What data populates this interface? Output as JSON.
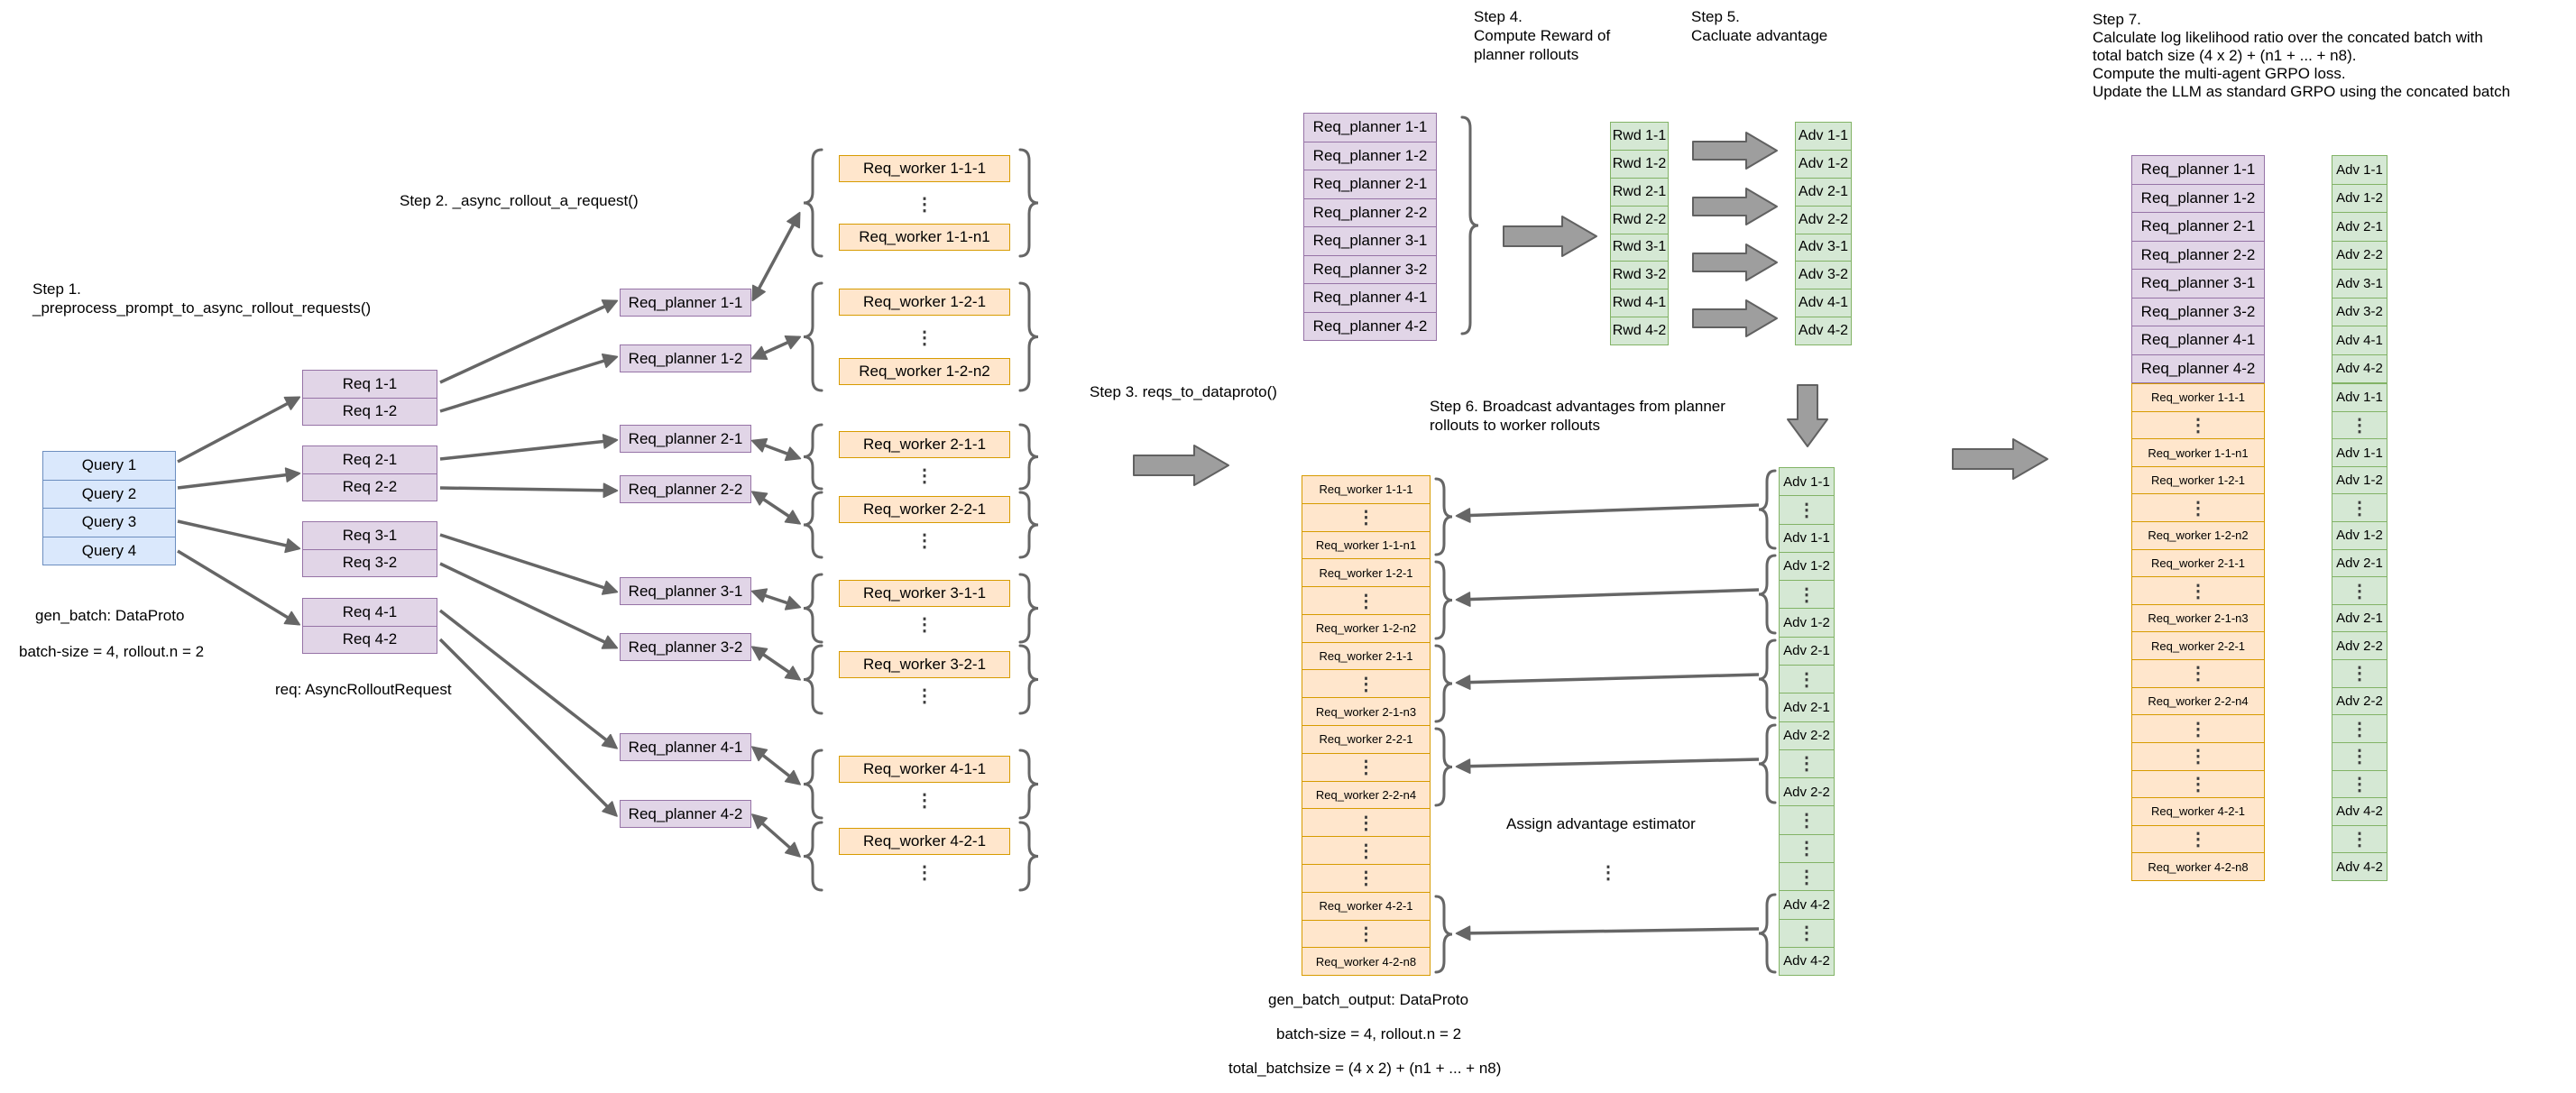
{
  "steps": {
    "step1": [
      "Step 1.",
      "_preprocess_prompt_to_async_rollout_requests()"
    ],
    "step2": "Step 2. _async_rollout_a_request()",
    "step3": "Step 3. reqs_to_dataproto()",
    "step4": [
      "Step 4.",
      "Compute Reward of",
      "planner rollouts"
    ],
    "step5": [
      "Step 5.",
      "Cacluate advantage"
    ],
    "step6": [
      "Step 6. Broadcast advantages from planner",
      "rollouts to worker rollouts"
    ],
    "step7": [
      "Step 7.",
      "Calculate log likelihood ratio over the concated batch with",
      "total batch size (4 x 2) + (n1 + ... + n8).",
      "Compute the multi-agent GRPO loss.",
      "Update the LLM as standard GRPO using the concated batch"
    ]
  },
  "labels": {
    "gen_batch": "gen_batch: DataProto",
    "batch_size": "batch-size = 4, rollout.n = 2",
    "req_type": "req: AsyncRolloutRequest",
    "assign": "Assign advantage estimator",
    "gen_batch_output": "gen_batch_output: DataProto",
    "batch_size_out": "batch-size = 4, rollout.n = 2",
    "total_batchsize": "total_batchsize = (4 x 2) + (n1 + ... + n8)"
  },
  "misc": {
    "dots": "⋮"
  },
  "left": {
    "queries": [
      "Query 1",
      "Query 2",
      "Query 3",
      "Query 4"
    ],
    "req_pairs": [
      [
        "Req 1-1",
        "Req 1-2"
      ],
      [
        "Req 2-1",
        "Req 2-2"
      ],
      [
        "Req 3-1",
        "Req 3-2"
      ],
      [
        "Req 4-1",
        "Req 4-2"
      ]
    ],
    "planners": [
      "Req_planner 1-1",
      "Req_planner 1-2",
      "Req_planner 2-1",
      "Req_planner 2-2",
      "Req_planner 3-1",
      "Req_planner 3-2",
      "Req_planner 4-1",
      "Req_planner 4-2"
    ],
    "worker_groups": [
      [
        "Req_worker 1-1-1",
        "Req_worker 1-1-n1"
      ],
      [
        "Req_worker 1-2-1",
        "Req_worker 1-2-n2"
      ],
      [
        "Req_worker 2-1-1"
      ],
      [
        "Req_worker 2-2-1"
      ],
      [
        "Req_worker 3-1-1"
      ],
      [
        "Req_worker 3-2-1"
      ],
      [
        "Req_worker 4-1-1"
      ],
      [
        "Req_worker 4-2-1"
      ]
    ]
  },
  "middle": {
    "planner_batch": [
      "Req_planner 1-1",
      "Req_planner 1-2",
      "Req_planner 2-1",
      "Req_planner 2-2",
      "Req_planner 3-1",
      "Req_planner 3-2",
      "Req_planner 4-1",
      "Req_planner 4-2"
    ],
    "rewards": [
      "Rwd 1-1",
      "Rwd 1-2",
      "Rwd 2-1",
      "Rwd 2-2",
      "Rwd 3-1",
      "Rwd 3-2",
      "Rwd 4-1",
      "Rwd 4-2"
    ],
    "advantages": [
      "Adv 1-1",
      "Adv 1-2",
      "Adv 2-1",
      "Adv 2-2",
      "Adv 3-1",
      "Adv 3-2",
      "Adv 4-1",
      "Adv 4-2"
    ],
    "worker_batch": [
      "Req_worker 1-1-1",
      "⋮",
      "Req_worker 1-1-n1",
      "Req_worker 1-2-1",
      "⋮",
      "Req_worker 1-2-n2",
      "Req_worker 2-1-1",
      "⋮",
      "Req_worker 2-1-n3",
      "Req_worker 2-2-1",
      "⋮",
      "Req_worker 2-2-n4",
      "⋮",
      "⋮",
      "⋮",
      "Req_worker 4-2-1",
      "⋮",
      "Req_worker 4-2-n8"
    ],
    "worker_advantages": [
      "Adv 1-1",
      "⋮",
      "Adv 1-1",
      "Adv 1-2",
      "⋮",
      "Adv 1-2",
      "Adv 2-1",
      "⋮",
      "Adv 2-1",
      "Adv 2-2",
      "⋮",
      "Adv 2-2",
      "⋮",
      "⋮",
      "⋮",
      "Adv 4-2",
      "⋮",
      "Adv 4-2"
    ]
  },
  "right": {
    "concat_planner": [
      "Req_planner 1-1",
      "Req_planner 1-2",
      "Req_planner 2-1",
      "Req_planner 2-2",
      "Req_planner 3-1",
      "Req_planner 3-2",
      "Req_planner 4-1",
      "Req_planner 4-2"
    ],
    "concat_worker": [
      "Req_worker 1-1-1",
      "⋮",
      "Req_worker 1-1-n1",
      "Req_worker 1-2-1",
      "⋮",
      "Req_worker 1-2-n2",
      "Req_worker 2-1-1",
      "⋮",
      "Req_worker 2-1-n3",
      "Req_worker 2-2-1",
      "⋮",
      "Req_worker 2-2-n4",
      "⋮",
      "⋮",
      "⋮",
      "Req_worker 4-2-1",
      "⋮",
      "Req_worker 4-2-n8"
    ],
    "adv_planner": [
      "Adv 1-1",
      "Adv 1-2",
      "Adv 2-1",
      "Adv 2-2",
      "Adv 3-1",
      "Adv 3-2",
      "Adv 4-1",
      "Adv 4-2"
    ],
    "adv_worker": [
      "Adv 1-1",
      "⋮",
      "Adv 1-1",
      "Adv 1-2",
      "⋮",
      "Adv 1-2",
      "Adv 2-1",
      "⋮",
      "Adv 2-1",
      "Adv 2-2",
      "⋮",
      "Adv 2-2",
      "⋮",
      "⋮",
      "⋮",
      "Adv 4-2",
      "⋮",
      "Adv 4-2"
    ]
  }
}
